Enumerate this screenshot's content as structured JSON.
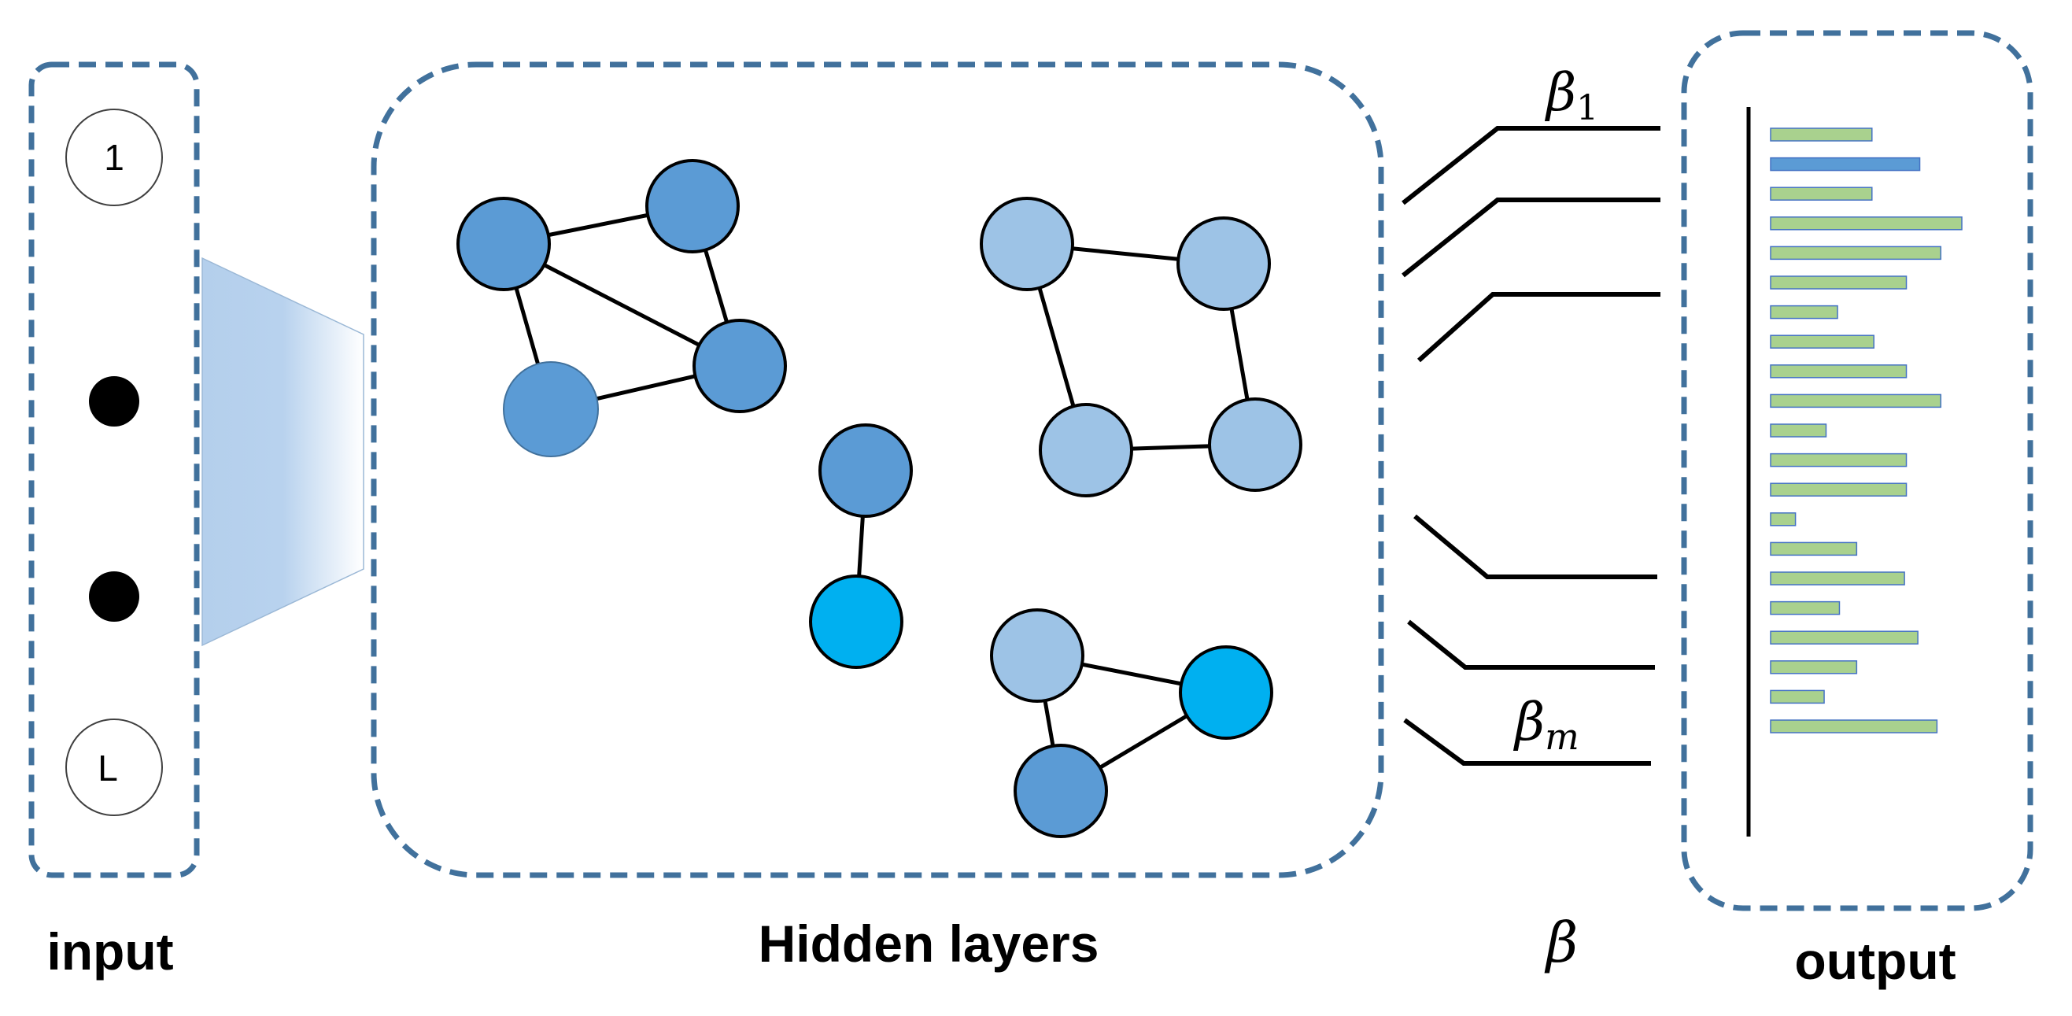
{
  "input": {
    "label": "input",
    "first_node": "1",
    "last_node": "L"
  },
  "hidden": {
    "label": "Hidden layers"
  },
  "beta": {
    "label": "β",
    "first_weight": "β",
    "first_sub": "1",
    "last_weight": "β",
    "last_sub": "m"
  },
  "output": {
    "label": "output",
    "bars": [
      0.53,
      0.78,
      0.53,
      1.0,
      0.89,
      0.71,
      0.35,
      0.54,
      0.71,
      0.89,
      0.29,
      0.71,
      0.71,
      0.13,
      0.45,
      0.7,
      0.36,
      0.77,
      0.45,
      0.28,
      0.87
    ],
    "highlight_index": 1
  },
  "colors": {
    "dashed_border": "#41719c",
    "node_mid_blue": "#5b9bd5",
    "node_light_blue": "#9dc3e6",
    "node_cyan": "#00b0f0",
    "bar_green": "#a9d18e",
    "bar_highlight": "#5b9bd5",
    "funnel": "#b4cfec"
  }
}
